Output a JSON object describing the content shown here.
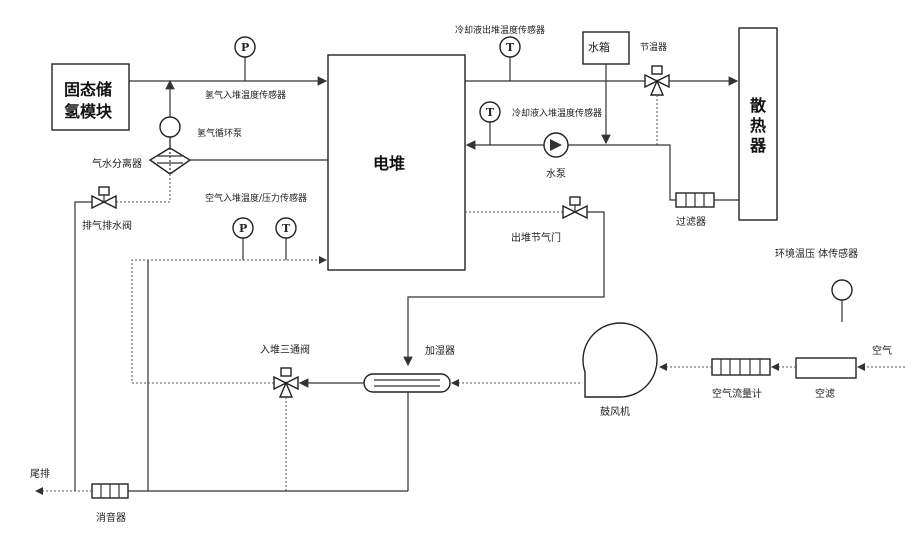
{
  "labels": {
    "storage": [
      "固态储",
      "氢模块"
    ],
    "stack": "电堆",
    "radiator": [
      "散",
      "热",
      "器"
    ],
    "tank": "水箱",
    "thermostat": "节温器",
    "coolant_out_sensor": "冷却液出堆温度传感器",
    "coolant_in_sensor": "冷却液入堆温度传感器",
    "h2_in_sensor": "氢气入堆温度传感器",
    "h2_pump": "氢气循环泵",
    "separator": "气水分离器",
    "drain_valve": "排气排水阀",
    "air_in_sensor": "空气入堆温度/压力传感器",
    "water_pump": "水泵",
    "filter": "过滤器",
    "outlet_valve": "出堆节气门",
    "inlet_valve": "入堆三通阀",
    "humidifier": "加湿器",
    "blower": "鼓风机",
    "air_flowmeter": "空气流量计",
    "air_filter": "空滤",
    "ambient_sensor": "环境温压  体传感器",
    "air": "空气",
    "exhaust": "尾排",
    "muffler": "消音器"
  },
  "symbols": {
    "pressure": "P",
    "temperature": "T"
  }
}
